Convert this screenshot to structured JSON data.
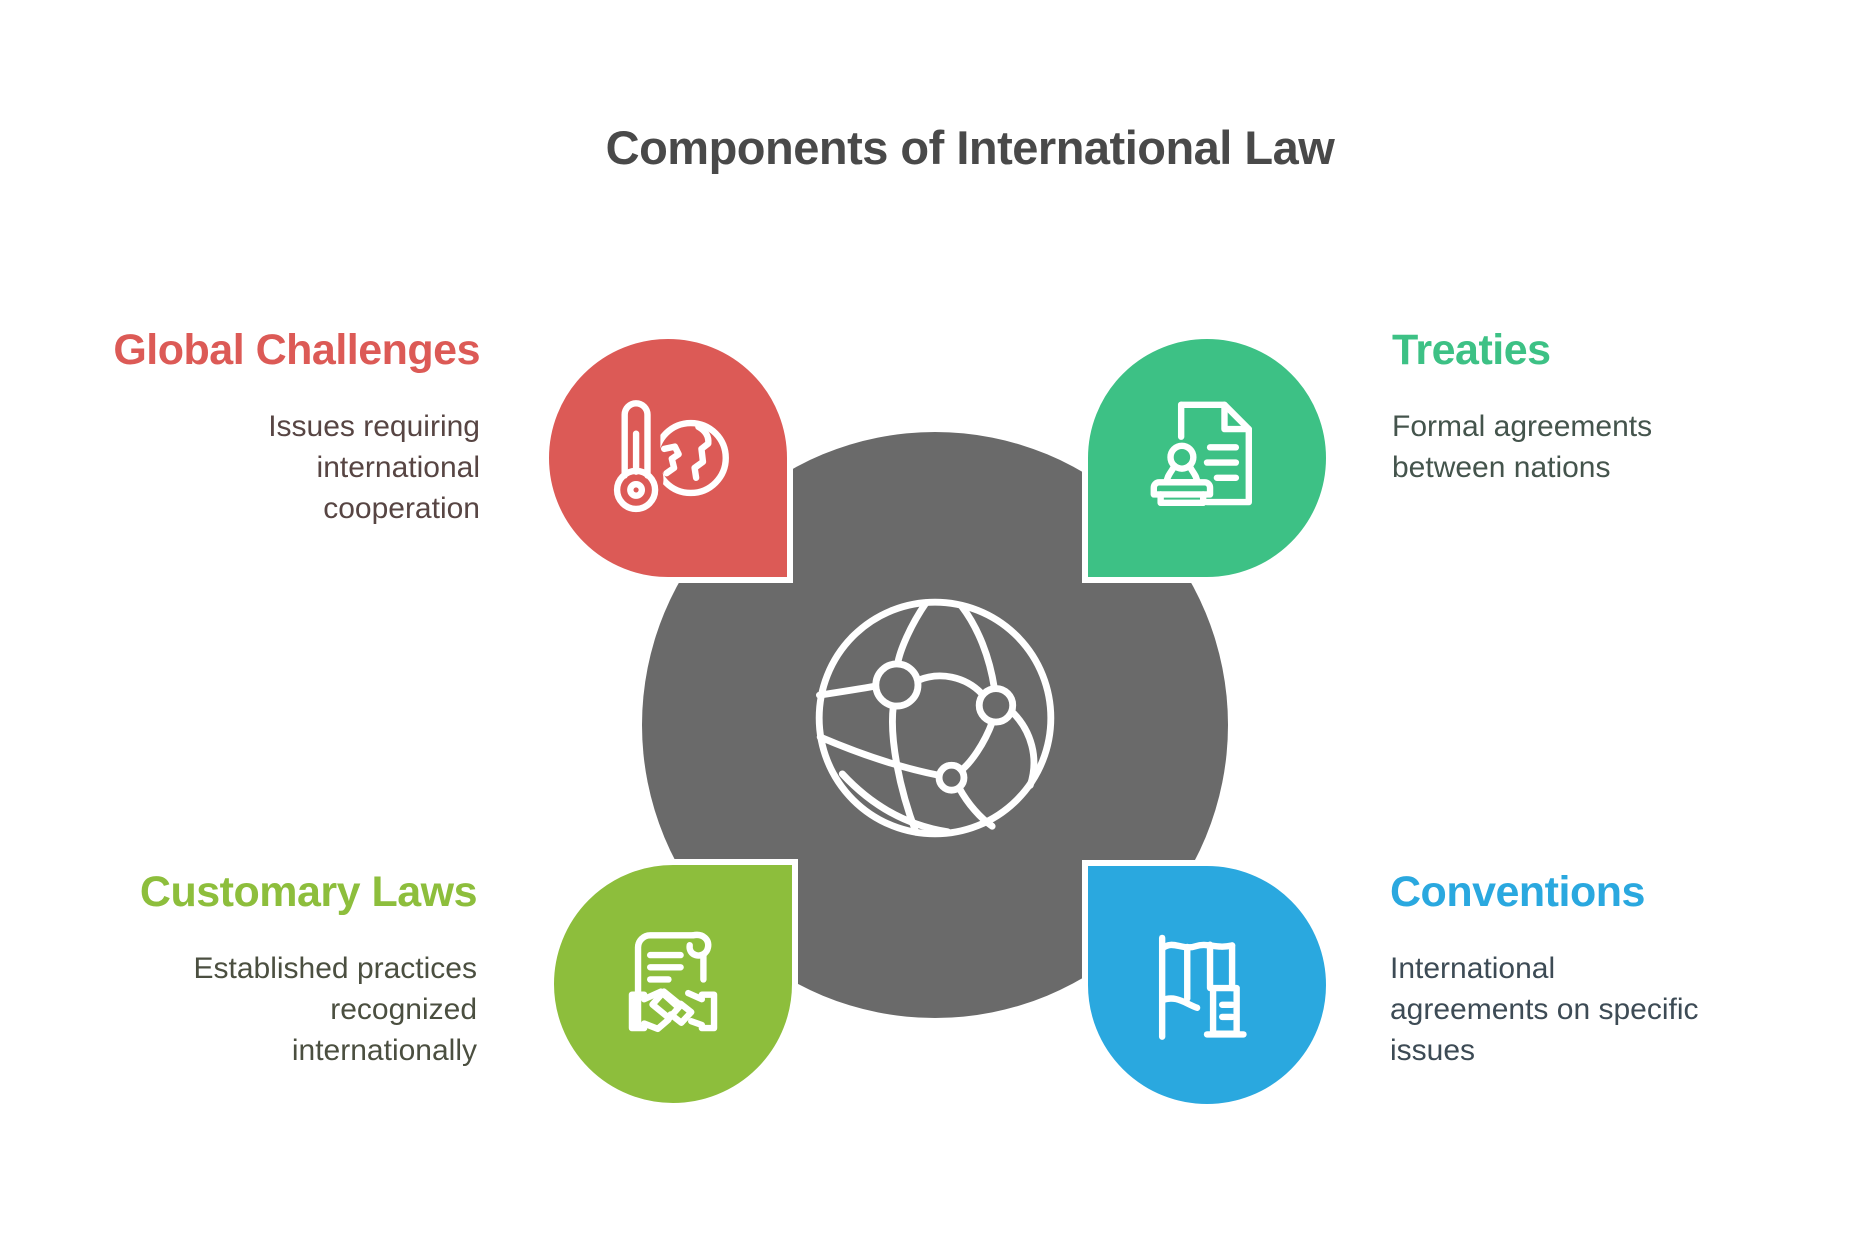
{
  "title": "Components of International Law",
  "title_color": "#494949",
  "background_color": "#ffffff",
  "center": {
    "circle_color": "#6a6a6a",
    "icon": "network-globe-icon",
    "icon_color": "#ffffff"
  },
  "sections": [
    {
      "id": "global-challenges",
      "position": "top-left",
      "label": "Global Challenges",
      "description": "Issues requiring\ninternational\ncooperation",
      "accent_color": "#dc5a56",
      "text_color": "#574543",
      "icon": "thermometer-globe-icon"
    },
    {
      "id": "treaties",
      "position": "top-right",
      "label": "Treaties",
      "description": "Formal agreements\nbetween nations",
      "accent_color": "#3dc185",
      "text_color": "#44544c",
      "icon": "document-stamp-icon"
    },
    {
      "id": "customary-laws",
      "position": "bottom-left",
      "label": "Customary Laws",
      "description": "Established practices\nrecognized\ninternationally",
      "accent_color": "#8dbe3c",
      "text_color": "#4b4f40",
      "icon": "scroll-handshake-icon"
    },
    {
      "id": "conventions",
      "position": "bottom-right",
      "label": "Conventions",
      "description": "International\nagreements on specific\nissues",
      "accent_color": "#2aa8df",
      "text_color": "#3d4b55",
      "icon": "map-flag-icon"
    }
  ]
}
